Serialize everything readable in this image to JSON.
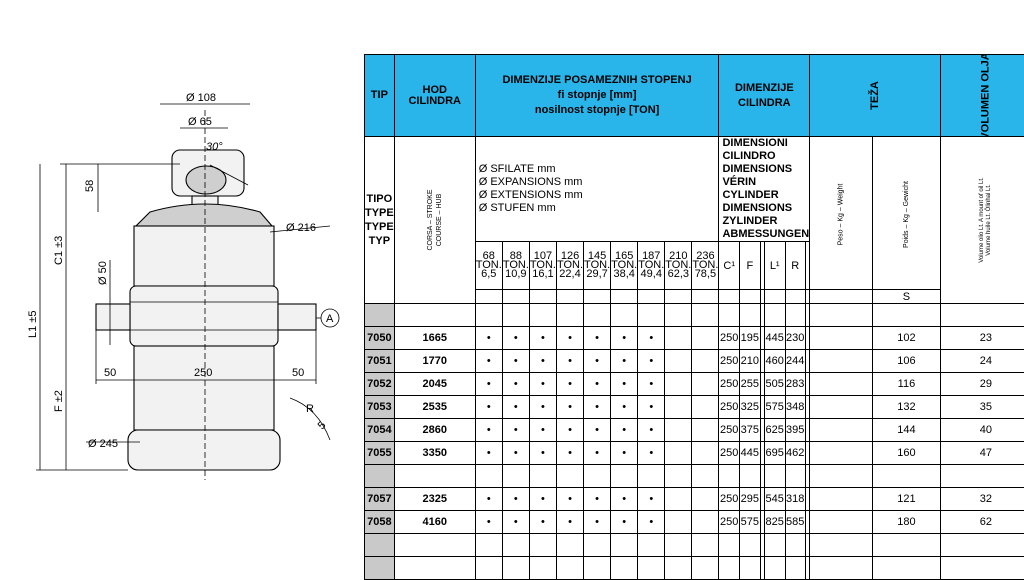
{
  "drawing": {
    "d108": "Ø 108",
    "d65": "Ø 65",
    "angle": "30°",
    "dim58": "58",
    "c1": "C1  ±3",
    "d216": "Ø 216",
    "d50": "Ø 50",
    "l1": "L1  ±5",
    "f": "F  ±2",
    "w50a": "50",
    "w250": "250",
    "w50b": "50",
    "circleA": "A",
    "r": "R",
    "d245": "Ø 245",
    "five": "5"
  },
  "header": {
    "tip": "TIP",
    "hod": "HOD CILINDRA",
    "dim_stop": "DIMENZIJE POSAMEZNIH STOPENJ",
    "fi": "fi stopnje [mm]",
    "nosil": "nosilnost stopnje [TON]",
    "dim_cil": "DIMENZIJE CILINDRA",
    "teza": "TEŽA",
    "volumen": "VOLUMEN OLJA"
  },
  "sub": {
    "tipo": "TIPO",
    "type1": "TYPE",
    "type2": "TYPE",
    "typ": "TYP",
    "stroke": "CORSA – STROKE COURSE – HUB",
    "sfilate": "Ø SFILATE          mm",
    "expansions": "Ø EXPANSIONS  mm",
    "extensions": "Ø EXTENSIONS  mm",
    "stufen": "Ø STUFEN          mm",
    "dimcil1": "DIMENSIONI CILINDRO",
    "dimcil2": "DIMENSIONS VÉRIN",
    "dimcil3": "CYLINDER DIMENSIONS",
    "dimcil4": "ZYLINDER ABMESSUNGEN",
    "peso": "Peso – Kg – Weight",
    "poids": "Poids – Kg – Gewicht",
    "vol": "Volume olio Lt. A mount of oil Lt. Volume huile Lt. Ölinhal Lt.",
    "s": "S"
  },
  "stages": [
    {
      "d": "68",
      "ton": "TON.",
      "t": "6,5"
    },
    {
      "d": "88",
      "ton": "TON.",
      "t": "10,9"
    },
    {
      "d": "107",
      "ton": "TON.",
      "t": "16,1"
    },
    {
      "d": "126",
      "ton": "TON.",
      "t": "22,4"
    },
    {
      "d": "145",
      "ton": "TON.",
      "t": "29,7"
    },
    {
      "d": "165",
      "ton": "TON.",
      "t": "38,4"
    },
    {
      "d": "187",
      "ton": "TON.",
      "t": "49,4"
    },
    {
      "d": "210",
      "ton": "TON.",
      "t": "62,3"
    },
    {
      "d": "236",
      "ton": "TON.",
      "t": "78,5"
    }
  ],
  "dimcols": {
    "c": "C¹",
    "f": "F",
    "l": "L¹",
    "r": "R"
  },
  "rows": [
    {
      "code": "7050",
      "stroke": "1665",
      "dots": "•",
      "c": "250",
      "f": "195",
      "l": "445",
      "r": "230",
      "w": "102",
      "v": "23"
    },
    {
      "code": "7051",
      "stroke": "1770",
      "dots": "•",
      "c": "250",
      "f": "210",
      "l": "460",
      "r": "244",
      "w": "106",
      "v": "24"
    },
    {
      "code": "7052",
      "stroke": "2045",
      "dots": "•",
      "c": "250",
      "f": "255",
      "l": "505",
      "r": "283",
      "w": "116",
      "v": "29"
    },
    {
      "code": "7053",
      "stroke": "2535",
      "dots": "•",
      "c": "250",
      "f": "325",
      "l": "575",
      "r": "348",
      "w": "132",
      "v": "35"
    },
    {
      "code": "7054",
      "stroke": "2860",
      "dots": "•",
      "c": "250",
      "f": "375",
      "l": "625",
      "r": "395",
      "w": "144",
      "v": "40"
    },
    {
      "code": "7055",
      "stroke": "3350",
      "dots": "•",
      "c": "250",
      "f": "445",
      "l": "695",
      "r": "462",
      "w": "160",
      "v": "47"
    },
    {
      "code": "7057",
      "stroke": "2325",
      "dots": "•",
      "c": "250",
      "f": "295",
      "l": "545",
      "r": "318",
      "w": "121",
      "v": "32"
    },
    {
      "code": "7058",
      "stroke": "4160",
      "dots": "•",
      "c": "250",
      "f": "575",
      "l": "825",
      "r": "585",
      "w": "180",
      "v": "62"
    }
  ]
}
